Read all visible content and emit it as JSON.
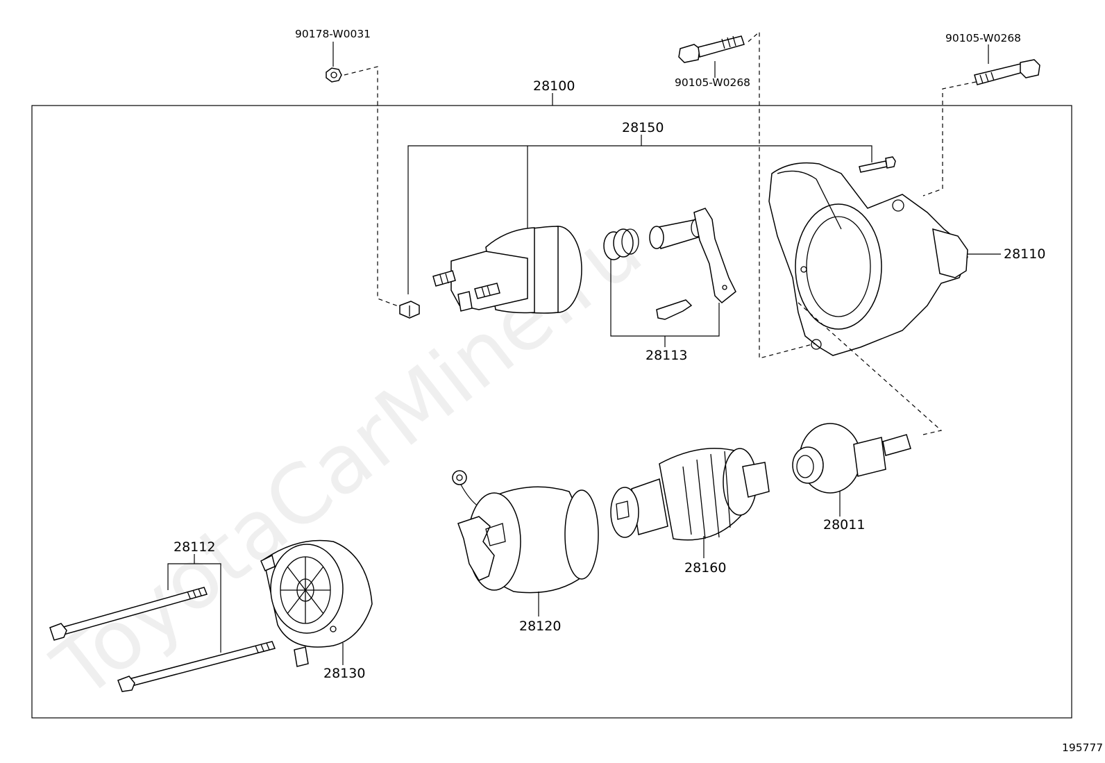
{
  "watermark": "ToyotaCarMine.ru",
  "diagram_id": "195777",
  "labels": {
    "assembly": "28100",
    "bolt_nut_top": "90178-W0031",
    "bolt_top_center": "90105-W0268",
    "bolt_top_right": "90105-W0268",
    "solenoid_group": "28150",
    "housing": "28110",
    "lever_group": "28113",
    "clutch": "28011",
    "armature": "28160",
    "yoke": "28120",
    "through_bolts": "28112",
    "end_frame": "28130"
  }
}
